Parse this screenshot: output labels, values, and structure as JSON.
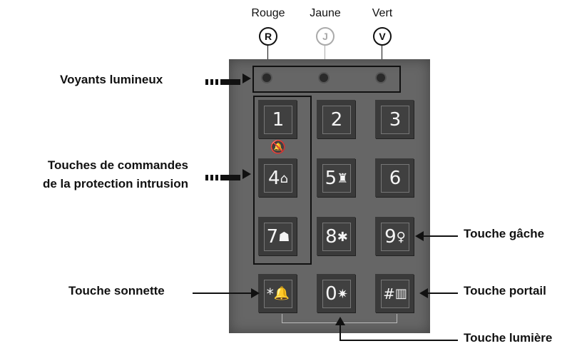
{
  "indicators": [
    {
      "label": "Rouge",
      "letter": "R"
    },
    {
      "label": "Jaune",
      "letter": "J"
    },
    {
      "label": "Vert",
      "letter": "V"
    }
  ],
  "callouts": {
    "voyants": "Voyants lumineux",
    "commandes_line1": "Touches de commandes",
    "commandes_line2": "de la protection intrusion",
    "gache": "Touche gâche",
    "sonnette": "Touche sonnette",
    "portail": "Touche portail",
    "lumiere": "Touche lumière"
  },
  "keys": [
    {
      "digit": "1",
      "icon": "🔕"
    },
    {
      "digit": "2",
      "icon": ""
    },
    {
      "digit": "3",
      "icon": ""
    },
    {
      "digit": "4",
      "icon": "⌂"
    },
    {
      "digit": "5",
      "icon": "♜"
    },
    {
      "digit": "6",
      "icon": ""
    },
    {
      "digit": "7",
      "icon": "☗"
    },
    {
      "digit": "8",
      "icon": "✱"
    },
    {
      "digit": "9",
      "icon": "♀"
    },
    {
      "digit": "*",
      "icon": "🔔"
    },
    {
      "digit": "0",
      "icon": "✷"
    },
    {
      "digit": "#",
      "icon": "▥"
    }
  ]
}
